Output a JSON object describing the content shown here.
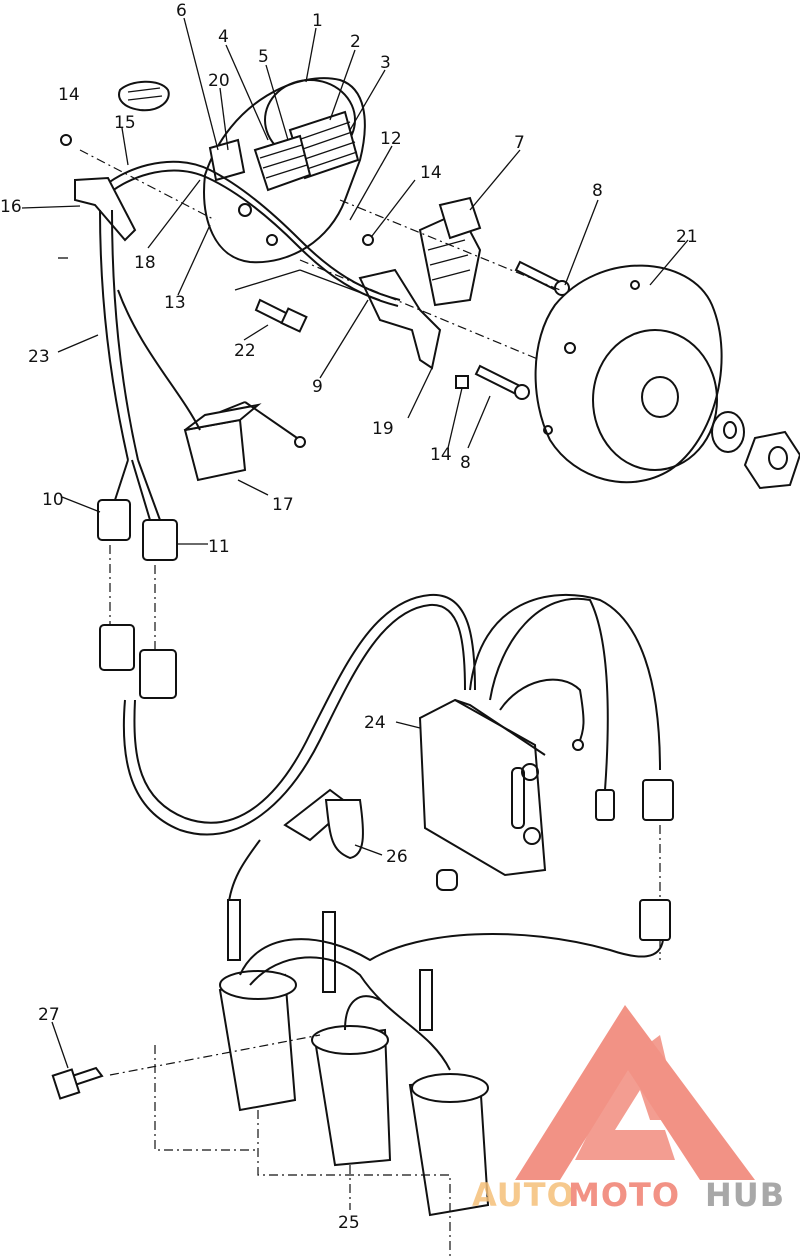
{
  "callouts": {
    "c1": "1",
    "c2": "2",
    "c3": "3",
    "c4": "4",
    "c5": "5",
    "c6": "6",
    "c7": "7",
    "c8a": "8",
    "c8b": "8",
    "c9": "9",
    "c10": "10",
    "c11": "11",
    "c12": "12",
    "c13": "13",
    "c14a": "14",
    "c14b": "14",
    "c14c": "14",
    "c15": "15",
    "c16": "16",
    "c17": "17",
    "c18": "18",
    "c19": "19",
    "c20": "20",
    "c21": "21",
    "c22": "22",
    "c23": "23",
    "c24": "24",
    "c25": "25",
    "c26": "26",
    "c27": "27"
  },
  "watermark": {
    "brand_auto": "AUTO",
    "brand_moto": "MOTO",
    "brand_hub": "HUB",
    "color_primary": "#f08070",
    "color_secondary": "#f5c07a",
    "color_dark": "#9a9a9a"
  }
}
